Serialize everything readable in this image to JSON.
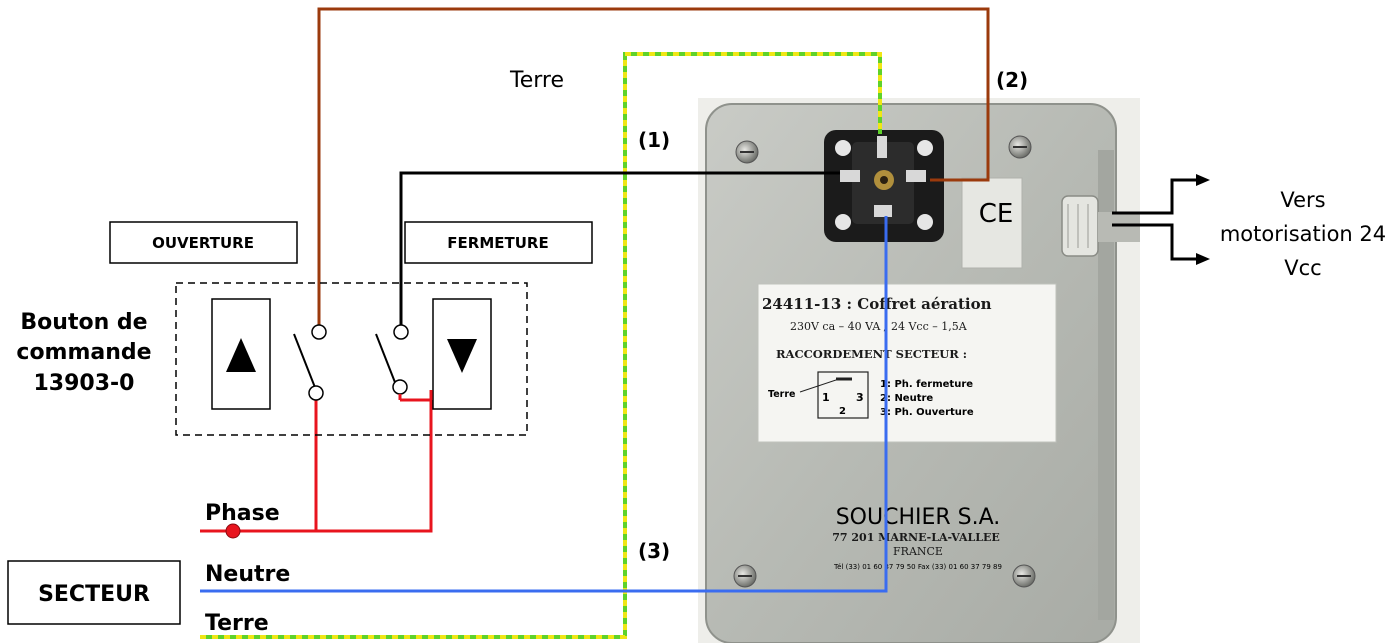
{
  "labels": {
    "terre_top": "Terre",
    "conn1": "(1)",
    "conn2": "(2)",
    "conn3": "(3)",
    "ouverture": "OUVERTURE",
    "fermeture": "FERMETURE",
    "bouton_line1": "Bouton de",
    "bouton_line2": "commande",
    "bouton_line3": "13903-0",
    "phase": "Phase",
    "neutre": "Neutre",
    "terre_bottom": "Terre",
    "secteur": "SECTEUR",
    "vers_line1": "Vers",
    "vers_line2": "motorisation 24",
    "vers_line3": "Vcc"
  },
  "box": {
    "ce_mark": "CE",
    "plate_title": "24411-13 : Coffret aération",
    "plate_spec": "230V ca – 40 VA / 24 Vcc – 1,5A",
    "plate_section": "RACCORDEMENT SECTEUR :",
    "pin_earth_label": "Terre",
    "pin1": "1",
    "pin2": "2",
    "pin3": "3",
    "legend1": "1: Ph. fermeture",
    "legend2": "2: Neutre",
    "legend3": "3: Ph. Ouverture",
    "maker": "SOUCHIER S.A.",
    "maker_address": "77 201 MARNE-LA-VALLEE",
    "maker_country": "FRANCE",
    "maker_phone": "Tél (33) 01 60 37 79 50 Fax (33) 01 60 37 79 89"
  },
  "colors": {
    "brown_wire": "#9b3a0c",
    "black_wire": "#000000",
    "red_wire": "#e8141e",
    "blue_wire": "#3a6cf0",
    "earth_green": "#5fd22a",
    "earth_yellow": "#f0e614"
  },
  "icons": {
    "up_arrow": "up-triangle-icon",
    "down_arrow": "down-triangle-icon"
  }
}
